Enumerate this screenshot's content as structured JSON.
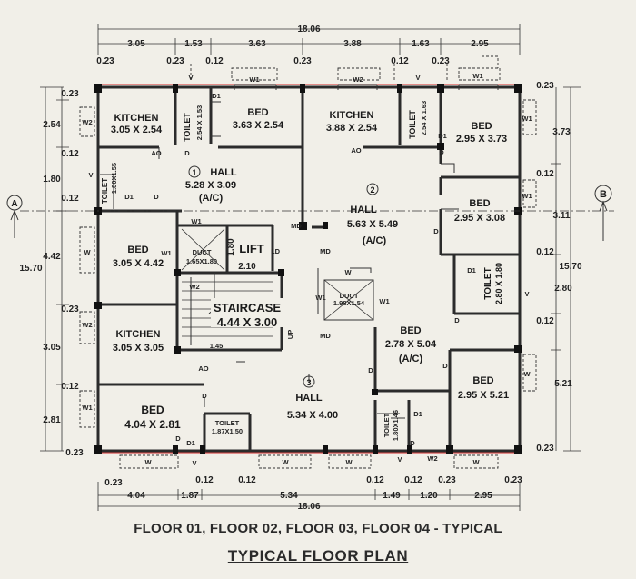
{
  "captions": {
    "floors": "FLOOR 01, FLOOR 02, FLOOR 03, FLOOR 04 - TYPICAL",
    "title": "TYPICAL FLOOR PLAN"
  },
  "overall": {
    "width": "18.06",
    "depth": "15.70"
  },
  "section_markers": {
    "left": "A",
    "right": "B"
  },
  "top_dims": [
    "3.05",
    "1.53",
    "3.63",
    "3.88",
    "1.63",
    "2.95"
  ],
  "top_walls": [
    "0.23",
    "0.23",
    "0.12",
    "0.23",
    "0.12",
    "0.23"
  ],
  "bottom_dims": [
    "4.04",
    "1.87",
    "5.34",
    "1.49",
    "1.20",
    "2.95"
  ],
  "bottom_walls": [
    "0.23",
    "0.12",
    "0.12",
    "0.12",
    "0.12",
    "0.23",
    "0.23"
  ],
  "left_dims": [
    "0.23",
    "2.54",
    "0.12",
    "1.80",
    "0.12",
    "4.42",
    "0.23",
    "3.05",
    "0.12",
    "2.81",
    "0.23"
  ],
  "left_total": "15.70",
  "right_dims": [
    "0.23",
    "3.73",
    "0.12",
    "3.11",
    "0.12",
    "2.80",
    "0.12",
    "5.21",
    "0.23"
  ],
  "rooms": [
    {
      "name": "KITCHEN",
      "size": "3.05 X 2.54"
    },
    {
      "name": "TOILET",
      "size": "2.54 X 1.53"
    },
    {
      "name": "BED",
      "size": "3.63 X 2.54"
    },
    {
      "name": "KITCHEN",
      "size": "3.88 X 2.54"
    },
    {
      "name": "TOILET",
      "size": "2.54 X 1.63"
    },
    {
      "name": "BED",
      "size": "2.95 X 3.73"
    },
    {
      "name": "TOILET",
      "size": "1.80X1.55"
    },
    {
      "num": "1",
      "name": "HALL",
      "size": "5.28 X 3.09",
      "note": "(A/C)"
    },
    {
      "num": "2",
      "name": "HALL",
      "size": "5.63 X 5.49",
      "note": "(A/C)"
    },
    {
      "name": "BED",
      "size": "2.95 X 3.08"
    },
    {
      "name": "BED",
      "size": "3.05 X 4.42"
    },
    {
      "name": "DUCT",
      "size": "1.65X1.80"
    },
    {
      "name": "LIFT",
      "size": "2.10",
      "side": "1.80"
    },
    {
      "name": "TOILET",
      "size": "2.80 X 1.80"
    },
    {
      "name": "STAIRCASE",
      "size": "4.44 X 3.00",
      "note": "UP"
    },
    {
      "name": "DUCT",
      "size": "1.98X1.54"
    },
    {
      "name": "KITCHEN",
      "size": "3.05 X 3.05"
    },
    {
      "name": "BED",
      "size": "2.78 X 5.04",
      "note": "(A/C)"
    },
    {
      "name": "BED",
      "size": "2.95 X 5.21"
    },
    {
      "num": "3",
      "name": "HALL",
      "size": "5.34 X 4.00"
    },
    {
      "name": "BED",
      "size": "4.04 X 2.81"
    },
    {
      "name": "TOILET",
      "size": "1.87X1.50"
    },
    {
      "name": "TOILET",
      "size": "1.80X1.46"
    }
  ],
  "marks": {
    "window": "W",
    "window1": "W1",
    "window2": "W2",
    "door": "D",
    "door1": "D1",
    "vent": "V",
    "ao": "AO",
    "md": "MD",
    "ld": "LD",
    "small": "1.45"
  }
}
